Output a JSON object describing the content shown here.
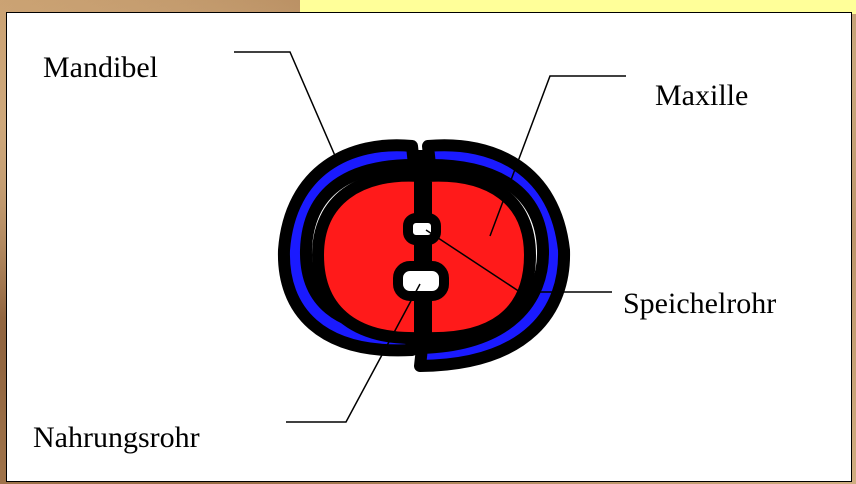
{
  "diagram": {
    "labels": {
      "mandibel": "Mandibel",
      "maxille": "Maxille",
      "speichelrohr": "Speichelrohr",
      "nahrungsrohr": "Nahrungsrohr"
    },
    "colors": {
      "mandibel_fill": "#1a1aff",
      "maxille_fill": "#ff1a1a",
      "outline": "#000000",
      "background": "#ffffff",
      "top_strip": "#ffff99"
    }
  }
}
